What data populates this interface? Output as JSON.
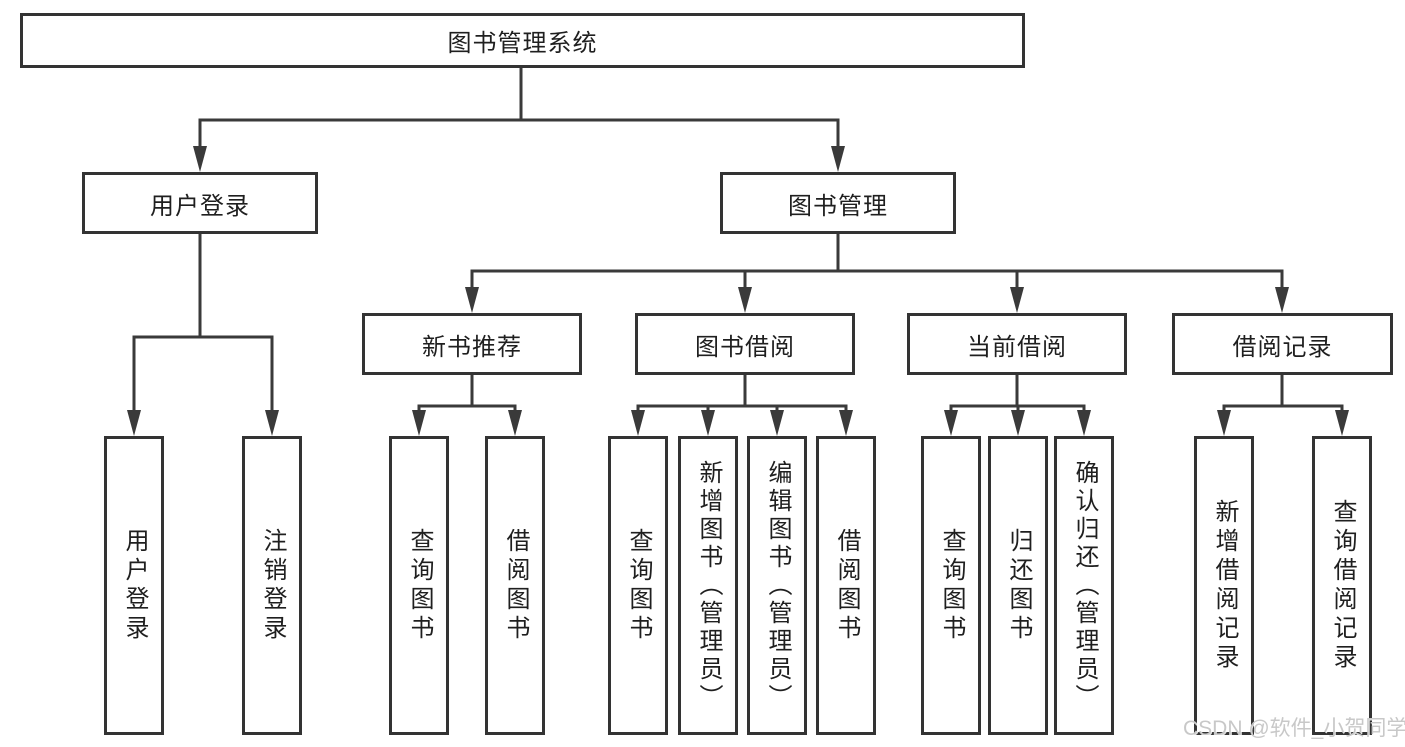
{
  "tree": {
    "label": "图书管理系统",
    "children": [
      {
        "label": "用户登录",
        "children": [
          {
            "label": "用户登录"
          },
          {
            "label": "注销登录"
          }
        ]
      },
      {
        "label": "图书管理",
        "children": [
          {
            "label": "新书推荐",
            "children": [
              {
                "label": "查询图书"
              },
              {
                "label": "借阅图书"
              }
            ]
          },
          {
            "label": "图书借阅",
            "children": [
              {
                "label": "查询图书"
              },
              {
                "label": "新增图书（管理员）"
              },
              {
                "label": "编辑图书（管理员）"
              },
              {
                "label": "借阅图书"
              }
            ]
          },
          {
            "label": "当前借阅",
            "children": [
              {
                "label": "查询图书"
              },
              {
                "label": "归还图书"
              },
              {
                "label": "确认归还（管理员）"
              }
            ]
          },
          {
            "label": "借阅记录",
            "children": [
              {
                "label": "新增借阅记录"
              },
              {
                "label": "查询借阅记录"
              }
            ]
          }
        ]
      }
    ]
  },
  "watermark": "CSDN @软件_小贺同学",
  "colors": {
    "line": "#3a3a3a",
    "box_border": "#333333",
    "text": "#1f1f1f",
    "watermark": "#c8c8c8",
    "background": "#ffffff"
  }
}
